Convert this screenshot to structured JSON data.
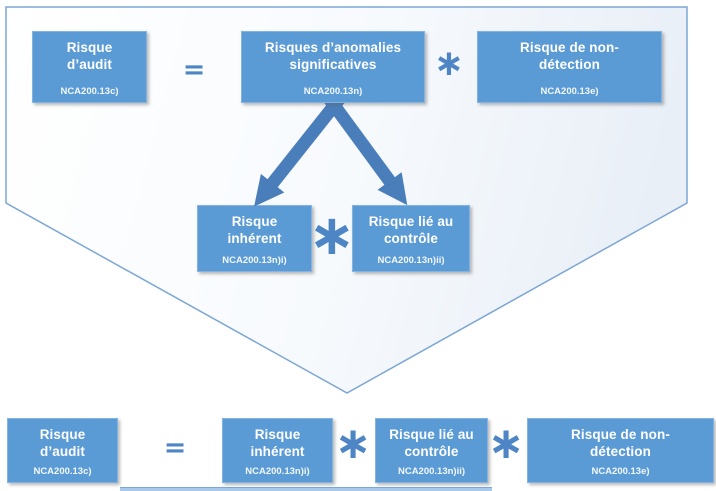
{
  "diagram": {
    "operators": {
      "equals": "=",
      "times": "∗"
    },
    "colors": {
      "box_fill": "#5b9bd5",
      "box_border": "#85b3e1",
      "arrow_fill": "#4a7ebb",
      "operator_color": "#4e86c5",
      "chevron_stroke": "#7ca6d5",
      "chevron_tint": "#e9eff7",
      "bottom_strip_fill": "#a8c9e9",
      "text_color": "#ffffff"
    },
    "boxes": {
      "top_audit": {
        "line1": "Risque",
        "line2": "d’audit",
        "ref": "NCA200.13c)"
      },
      "top_anomalies": {
        "line1": "Risques d’anomalies",
        "line2": "significatives",
        "ref": "NCA200.13n)"
      },
      "top_detection": {
        "line1": "Risque de non-",
        "line2": "détection",
        "ref": "NCA200.13e)"
      },
      "mid_inherent": {
        "line1": "Risque",
        "line2": "inhérent",
        "ref": "NCA200.13n)i)"
      },
      "mid_control": {
        "line1": "Risque lié au",
        "line2": "contrôle",
        "ref": "NCA200.13n)ii)"
      },
      "bottom_audit": {
        "line1": "Risque",
        "line2": "d’audit",
        "ref": "NCA200.13c)"
      },
      "bottom_inherent": {
        "line1": "Risque",
        "line2": "inhérent",
        "ref": "NCA200.13n)i)"
      },
      "bottom_control": {
        "line1": "Risque lié au",
        "line2": "contrôle",
        "ref": "NCA200.13n)ii)"
      },
      "bottom_detection": {
        "line1": "Risque de non-",
        "line2": "détection",
        "ref": "NCA200.13e)"
      }
    }
  }
}
